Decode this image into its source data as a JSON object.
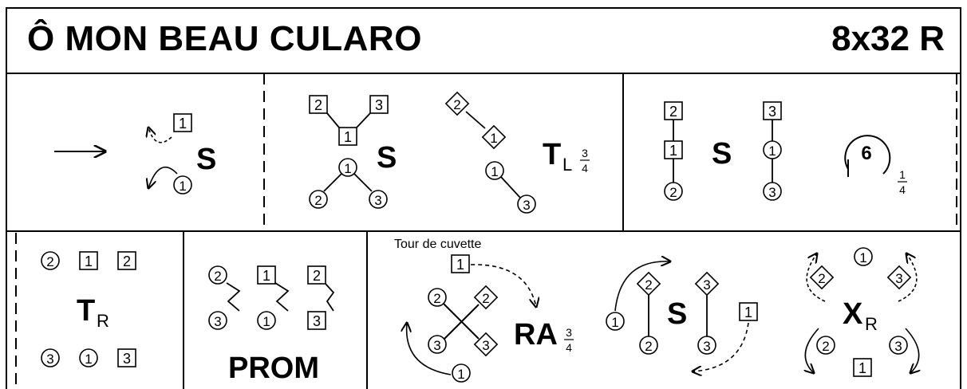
{
  "header": {
    "title": "Ô MON BEAU CULARO",
    "formation": "8x32 R"
  },
  "row1": {
    "cell1": {
      "labels": {
        "one_sq": "1",
        "one_c": "1",
        "s": "S"
      }
    },
    "cell2": {
      "labels": {
        "two": "2",
        "three": "3",
        "one_sq": "1",
        "s": "S",
        "one_c": "1",
        "two_c": "2",
        "three_c": "3",
        "two_d": "2",
        "one_d": "1",
        "t": "T",
        "sub": "L",
        "num": "3",
        "den": "4",
        "one_c2": "1",
        "three_c2": "3"
      }
    },
    "cell3": {
      "labels": {
        "two": "2",
        "one": "1",
        "two_c": "2",
        "s": "S",
        "three": "3",
        "one_c": "1",
        "three_c": "3",
        "six": "6",
        "num": "1",
        "den": "4"
      }
    }
  },
  "row2": {
    "cell1": {
      "labels": {
        "two_c": "2",
        "one_sq": "1",
        "two_sq": "2",
        "t": "T",
        "sub": "R",
        "three_c": "3",
        "one_c": "1",
        "three_sq": "3"
      }
    },
    "cell2": {
      "labels": {
        "two_c": "2",
        "one_sq": "1",
        "two_sq": "2",
        "three_c": "3",
        "one_c": "1",
        "three_sq": "3",
        "prom": "PROM"
      }
    },
    "cell3": {
      "caption": "Tour de cuvette",
      "labels": {
        "one_sq": "1",
        "two_c": "2",
        "two_d": "2",
        "three_c": "3",
        "three_d": "3",
        "one_c": "1",
        "ra": "RA",
        "num": "3",
        "den": "4",
        "one_c2": "1",
        "two_d2": "2",
        "s": "S",
        "three_d2": "3",
        "one_sq2": "1",
        "two_c2": "2",
        "three_c2": "3",
        "one_c3": "1",
        "two_d3": "2",
        "three_d3": "3",
        "x": "X",
        "xsub": "R",
        "two_c3": "2",
        "three_c3": "3",
        "one_sq3": "1"
      }
    }
  }
}
